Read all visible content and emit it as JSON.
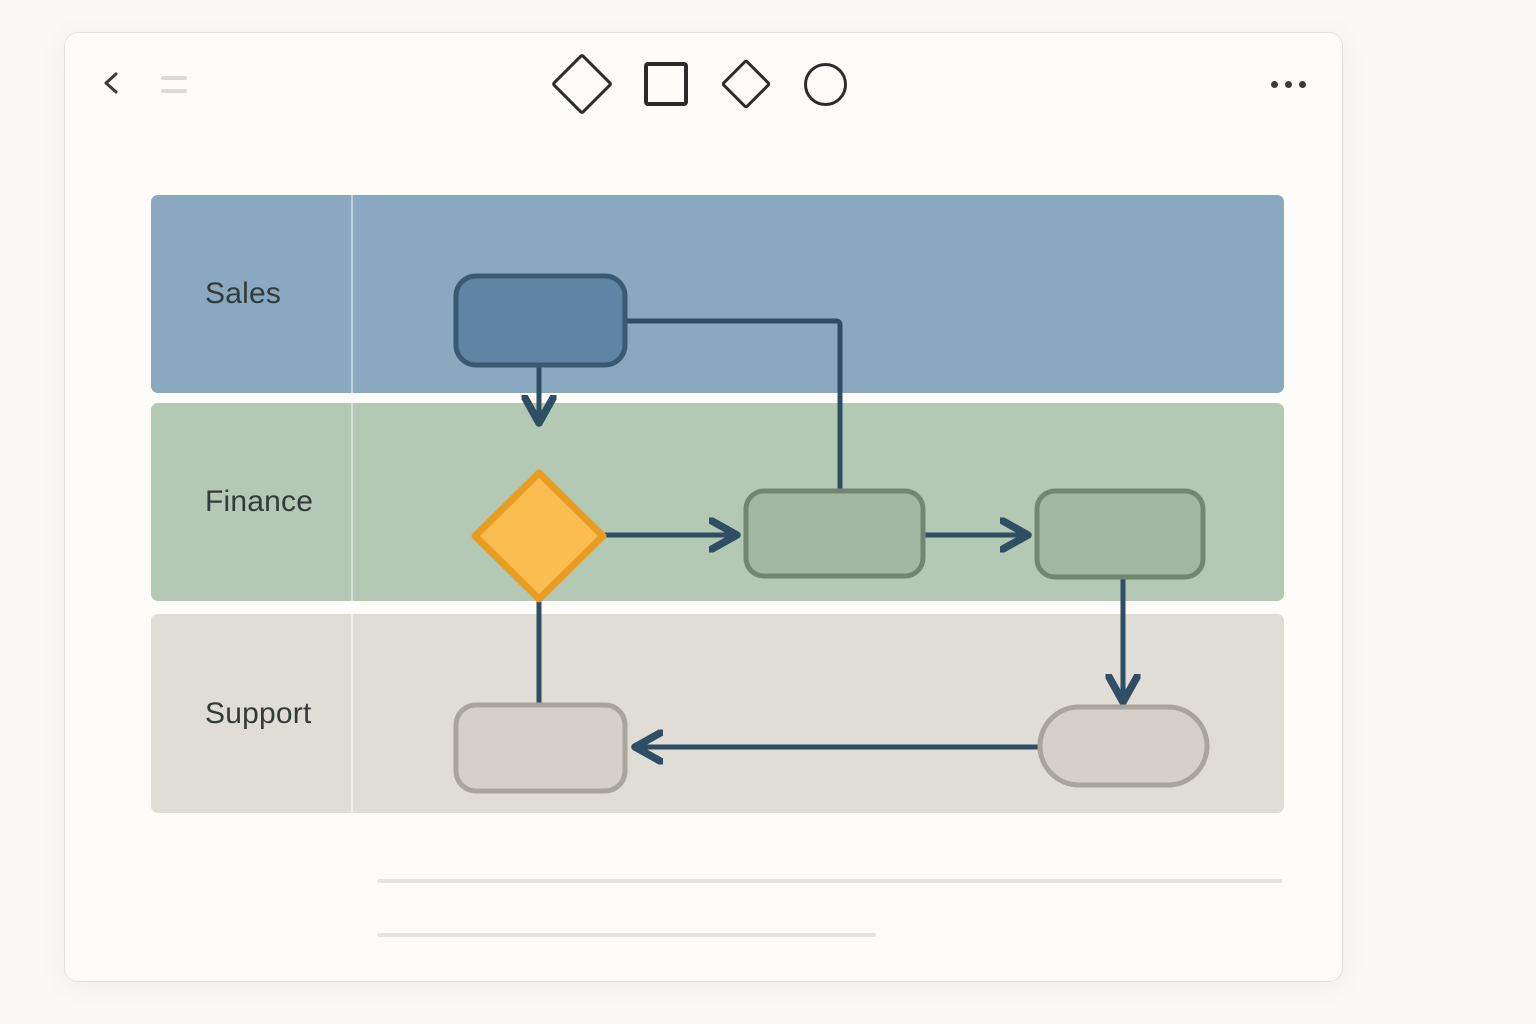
{
  "window": {
    "title": "Swimlane Flow Editor"
  },
  "toolbar": {
    "back_label": "Back",
    "menu_label": "Menu",
    "overflow_label": "More options",
    "icons": {
      "back": "arrow-left-icon",
      "menu": "hamburger-menu-icon",
      "overflow": "more-horizontal-icon"
    },
    "shape_palette": [
      {
        "id": "diamond-large",
        "icon": "diamond-icon",
        "label": "Decision (large)"
      },
      {
        "id": "square",
        "icon": "square-icon",
        "label": "Process"
      },
      {
        "id": "diamond-small",
        "icon": "diamond-icon",
        "label": "Decision (small)"
      },
      {
        "id": "circle",
        "icon": "circle-icon",
        "label": "Event"
      }
    ]
  },
  "diagram": {
    "type": "swimlane-flowchart",
    "lanes": [
      {
        "id": "sales",
        "label": "Sales",
        "color": "#8aa8c0"
      },
      {
        "id": "finance",
        "label": "Finance",
        "color": "#b3c9b4"
      },
      {
        "id": "support",
        "label": "Support",
        "color": "#e0dcd6"
      }
    ],
    "nodes": [
      {
        "id": "n1",
        "lane": "sales",
        "shape": "rounded-rect",
        "label": "",
        "fill": "#5f84a4",
        "stroke": "#3a5a73"
      },
      {
        "id": "n2",
        "lane": "finance",
        "shape": "diamond",
        "label": "",
        "fill": "#fbbd4f",
        "stroke": "#e89c22"
      },
      {
        "id": "n3",
        "lane": "finance",
        "shape": "rounded-rect",
        "label": "",
        "fill": "#a3b8a0",
        "stroke": "#72876f"
      },
      {
        "id": "n4",
        "lane": "finance",
        "shape": "rounded-rect",
        "label": "",
        "fill": "#a3b8a0",
        "stroke": "#72876f"
      },
      {
        "id": "n5",
        "lane": "support",
        "shape": "rounded-rect",
        "label": "",
        "fill": "#d5d1ca",
        "stroke": "#a9a49c"
      },
      {
        "id": "n6",
        "lane": "support",
        "shape": "stadium",
        "label": "",
        "fill": "#d5d1ca",
        "stroke": "#a9a49c"
      }
    ],
    "edges": [
      {
        "from": "n1",
        "to": "n2",
        "style": "straight-down",
        "arrow": true
      },
      {
        "from": "n1",
        "to": "n3",
        "style": "elbow-right-down",
        "arrow": false
      },
      {
        "from": "n2",
        "to": "n3",
        "style": "straight-right",
        "arrow": true
      },
      {
        "from": "n3",
        "to": "n4",
        "style": "straight-right",
        "arrow": true
      },
      {
        "from": "n2",
        "to": "n5",
        "style": "straight-down",
        "arrow": false
      },
      {
        "from": "n4",
        "to": "n6",
        "style": "straight-down",
        "arrow": true
      },
      {
        "from": "n6",
        "to": "n5",
        "style": "straight-left",
        "arrow": true
      }
    ],
    "edge_color": "#2f4d63"
  },
  "footer": {
    "rule_1_label": "Placeholder line",
    "rule_2_label": "Placeholder line short"
  }
}
